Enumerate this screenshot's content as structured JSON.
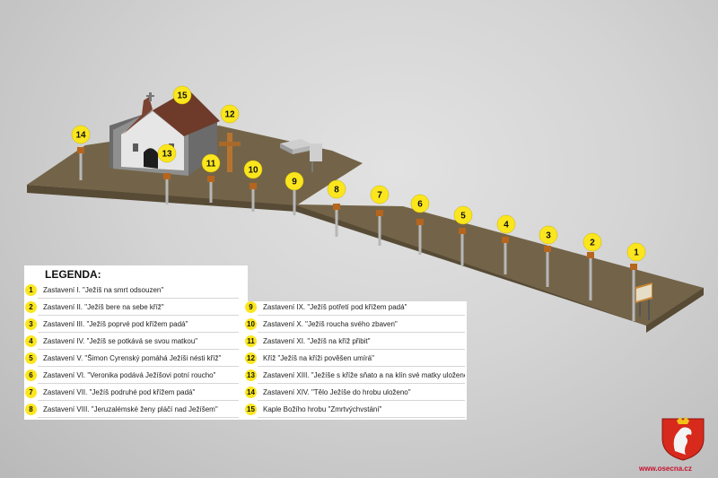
{
  "legend": {
    "title": "LEGENDA:",
    "left_items": [
      {
        "num": "1",
        "text": "Zastavení I. \"Ježíš na smrt odsouzen\""
      },
      {
        "num": "2",
        "text": "Zastavení II. \"Ježíš bere na sebe kříž\""
      },
      {
        "num": "3",
        "text": "Zastavení III. \"Ježíš poprvé pod křížem padá\""
      },
      {
        "num": "4",
        "text": "Zastavení IV. \"Ježíš se potkává se svou matkou\""
      },
      {
        "num": "5",
        "text": "Zastavení V. \"Šimon Cyrenský pomáhá Ježíši nésti kříž\""
      },
      {
        "num": "6",
        "text": "Zastavení VI. \"Veronika podává Ježíšovi potní roucho\""
      },
      {
        "num": "7",
        "text": "Zastavení VII. \"Ježíš podruhé pod křížem padá\""
      },
      {
        "num": "8",
        "text": "Zastavení VIII. \"Jeruzalémské ženy pláčí nad Ježíšem\""
      }
    ],
    "right_items": [
      {
        "num": "9",
        "text": "Zastavení IX. \"Ježíš potřetí pod křížem padá\""
      },
      {
        "num": "10",
        "text": "Zastavení X. \"Ježíš roucha svého zbaven\""
      },
      {
        "num": "11",
        "text": "Zastavení XI. \"Ježíš na kříž přibit\""
      },
      {
        "num": "12",
        "text": "Kříž \"Ježíš na kříži pověšen umírá\""
      },
      {
        "num": "13",
        "text": "Zastavení XIII. \"Ježíše s kříže sňato a na klín své matky uloženo\""
      },
      {
        "num": "14",
        "text": "Zastavení XIV. \"Tělo Ježíše do hrobu uloženo\""
      },
      {
        "num": "15",
        "text": "Kaple Božího hrobu \"Zmrtvýchvstání\""
      }
    ]
  },
  "map_markers": [
    "1",
    "2",
    "3",
    "4",
    "5",
    "6",
    "7",
    "8",
    "9",
    "10",
    "11",
    "12",
    "13",
    "14",
    "15"
  ],
  "footer": {
    "url": "www.osecna.cz"
  },
  "colors": {
    "marker": "#fbe61e",
    "path": "#6f6149",
    "url": "#c8102e"
  }
}
